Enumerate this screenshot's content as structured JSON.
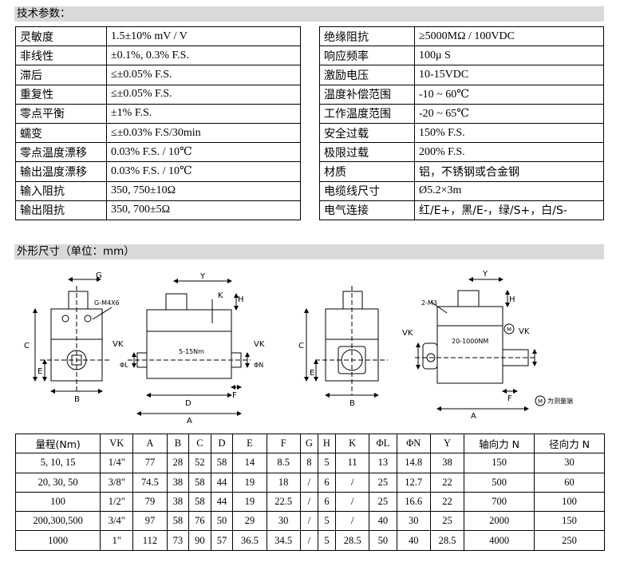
{
  "section1_title": "技术参数：",
  "section2_title": "外形尺寸（单位：mm）",
  "spec_left": [
    {
      "label": "灵敏度",
      "value": "1.5±10% mV / V"
    },
    {
      "label": "非线性",
      "value": "±0.1%, 0.3% F.S."
    },
    {
      "label": "滞后",
      "value": "≤±0.05% F.S."
    },
    {
      "label": "重复性",
      "value": "≤±0.05% F.S."
    },
    {
      "label": "零点平衡",
      "value": "±1% F.S."
    },
    {
      "label": "蠕变",
      "value": "≤±0.03% F.S/30min"
    },
    {
      "label": "零点温度漂移",
      "value": "0.03% F.S. / 10℃"
    },
    {
      "label": "输出温度漂移",
      "value": "0.03% F.S. / 10℃"
    },
    {
      "label": "输入阻抗",
      "value": "350, 750±10Ω"
    },
    {
      "label": "输出阻抗",
      "value": "350, 700±5Ω"
    }
  ],
  "spec_right": [
    {
      "label": "绝缘阻抗",
      "value": "≥5000MΩ / 100VDC"
    },
    {
      "label": "响应频率",
      "value": "100μ S"
    },
    {
      "label": "激励电压",
      "value": "10-15VDC"
    },
    {
      "label": "温度补偿范围",
      "value": "-10 ~ 60℃"
    },
    {
      "label": "工作温度范围",
      "value": "-20 ~ 65℃"
    },
    {
      "label": "安全过载",
      "value": "150% F.S."
    },
    {
      "label": "极限过载",
      "value": "200% F.S."
    },
    {
      "label": "材质",
      "value": "铝，不锈钢或合金钢"
    },
    {
      "label": "电缆线尺寸",
      "value": "Ø5.2×3m"
    },
    {
      "label": "电气连接",
      "value": "红/E+，黑/E-，绿/S+，白/S-"
    }
  ],
  "drawing_labels": {
    "G": "G",
    "Y": "Y",
    "K": "K",
    "H": "H",
    "C": "C",
    "E": "E",
    "B": "B",
    "D": "D",
    "F": "F",
    "A": "A",
    "L": "ΦL",
    "N": "ΦN",
    "vk": "VK",
    "vk_m": "VK",
    "m": "M",
    "thread1": "G-M4X6",
    "thread2": "2-M3",
    "range1": "5-15Nm",
    "range2": "20-1000NM",
    "legend": "为测量端"
  },
  "dims_header": [
    "量程(Nm)",
    "VK",
    "A",
    "B",
    "C",
    "D",
    "E",
    "F",
    "G",
    "H",
    "K",
    "ΦL",
    "ΦN",
    "Y",
    "轴向力 N",
    "径向力 N"
  ],
  "dims_rows": [
    [
      "5, 10, 15",
      "1/4\"",
      "77",
      "28",
      "52",
      "58",
      "14",
      "8.5",
      "8",
      "5",
      "11",
      "13",
      "14.8",
      "38",
      "150",
      "30"
    ],
    [
      "20, 30, 50",
      "3/8\"",
      "74.5",
      "38",
      "58",
      "44",
      "19",
      "18",
      "/",
      "6",
      "/",
      "25",
      "12.7",
      "22",
      "500",
      "60"
    ],
    [
      "100",
      "1/2\"",
      "79",
      "38",
      "58",
      "44",
      "19",
      "22.5",
      "/",
      "6",
      "/",
      "25",
      "16.6",
      "22",
      "700",
      "100"
    ],
    [
      "200,300,500",
      "3/4\"",
      "97",
      "58",
      "76",
      "50",
      "29",
      "30",
      "/",
      "5",
      "/",
      "40",
      "30",
      "25",
      "2000",
      "150"
    ],
    [
      "1000",
      "1\"",
      "112",
      "73",
      "90",
      "57",
      "36.5",
      "34.5",
      "/",
      "5",
      "28.5",
      "50",
      "40",
      "28.5",
      "4000",
      "250"
    ]
  ]
}
